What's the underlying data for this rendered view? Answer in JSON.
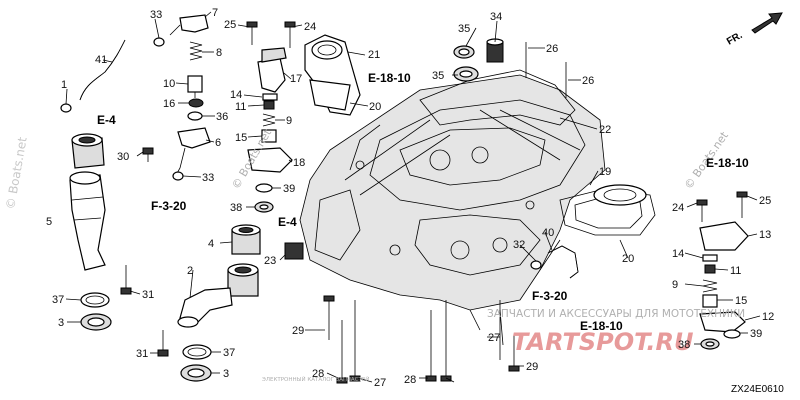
{
  "part_labels": [
    "33",
    "7",
    "25",
    "24",
    "21",
    "35",
    "34",
    "26",
    "FR.",
    "41",
    "8",
    "14",
    "17",
    "E-18-10",
    "35",
    "26",
    "1",
    "10",
    "20",
    "E-4",
    "16",
    "36",
    "11",
    "9",
    "22",
    "30",
    "6",
    "15",
    "18",
    "19",
    "33",
    "39",
    "E-18-10",
    "F-3-20",
    "38",
    "E-4",
    "24",
    "25",
    "13",
    "5",
    "4",
    "23",
    "32",
    "40",
    "14",
    "20",
    "11",
    "2",
    "9",
    "37",
    "31",
    "15",
    "12",
    "3",
    "29",
    "27",
    "39",
    "38",
    "31",
    "37",
    "E-18-10",
    "3",
    "28",
    "27",
    "28",
    "29",
    "F-3-20"
  ],
  "watermarks": {
    "left": "© Boats.net",
    "center": "© Boats.net",
    "right": "© Boats.net",
    "brand": "TARTSPOT.RU",
    "brand_line": "ЗАПЧАСТИ И АКСЕССУАРЫ ДЛЯ МОТОТЕХНИКИ",
    "bottom_line": "ЭЛЕКТРОННЫЙ КАТАЛОГ ЗАПЧАСТЕЙ"
  },
  "diagram_code": "ZX24E0610",
  "direction_label": "FR."
}
